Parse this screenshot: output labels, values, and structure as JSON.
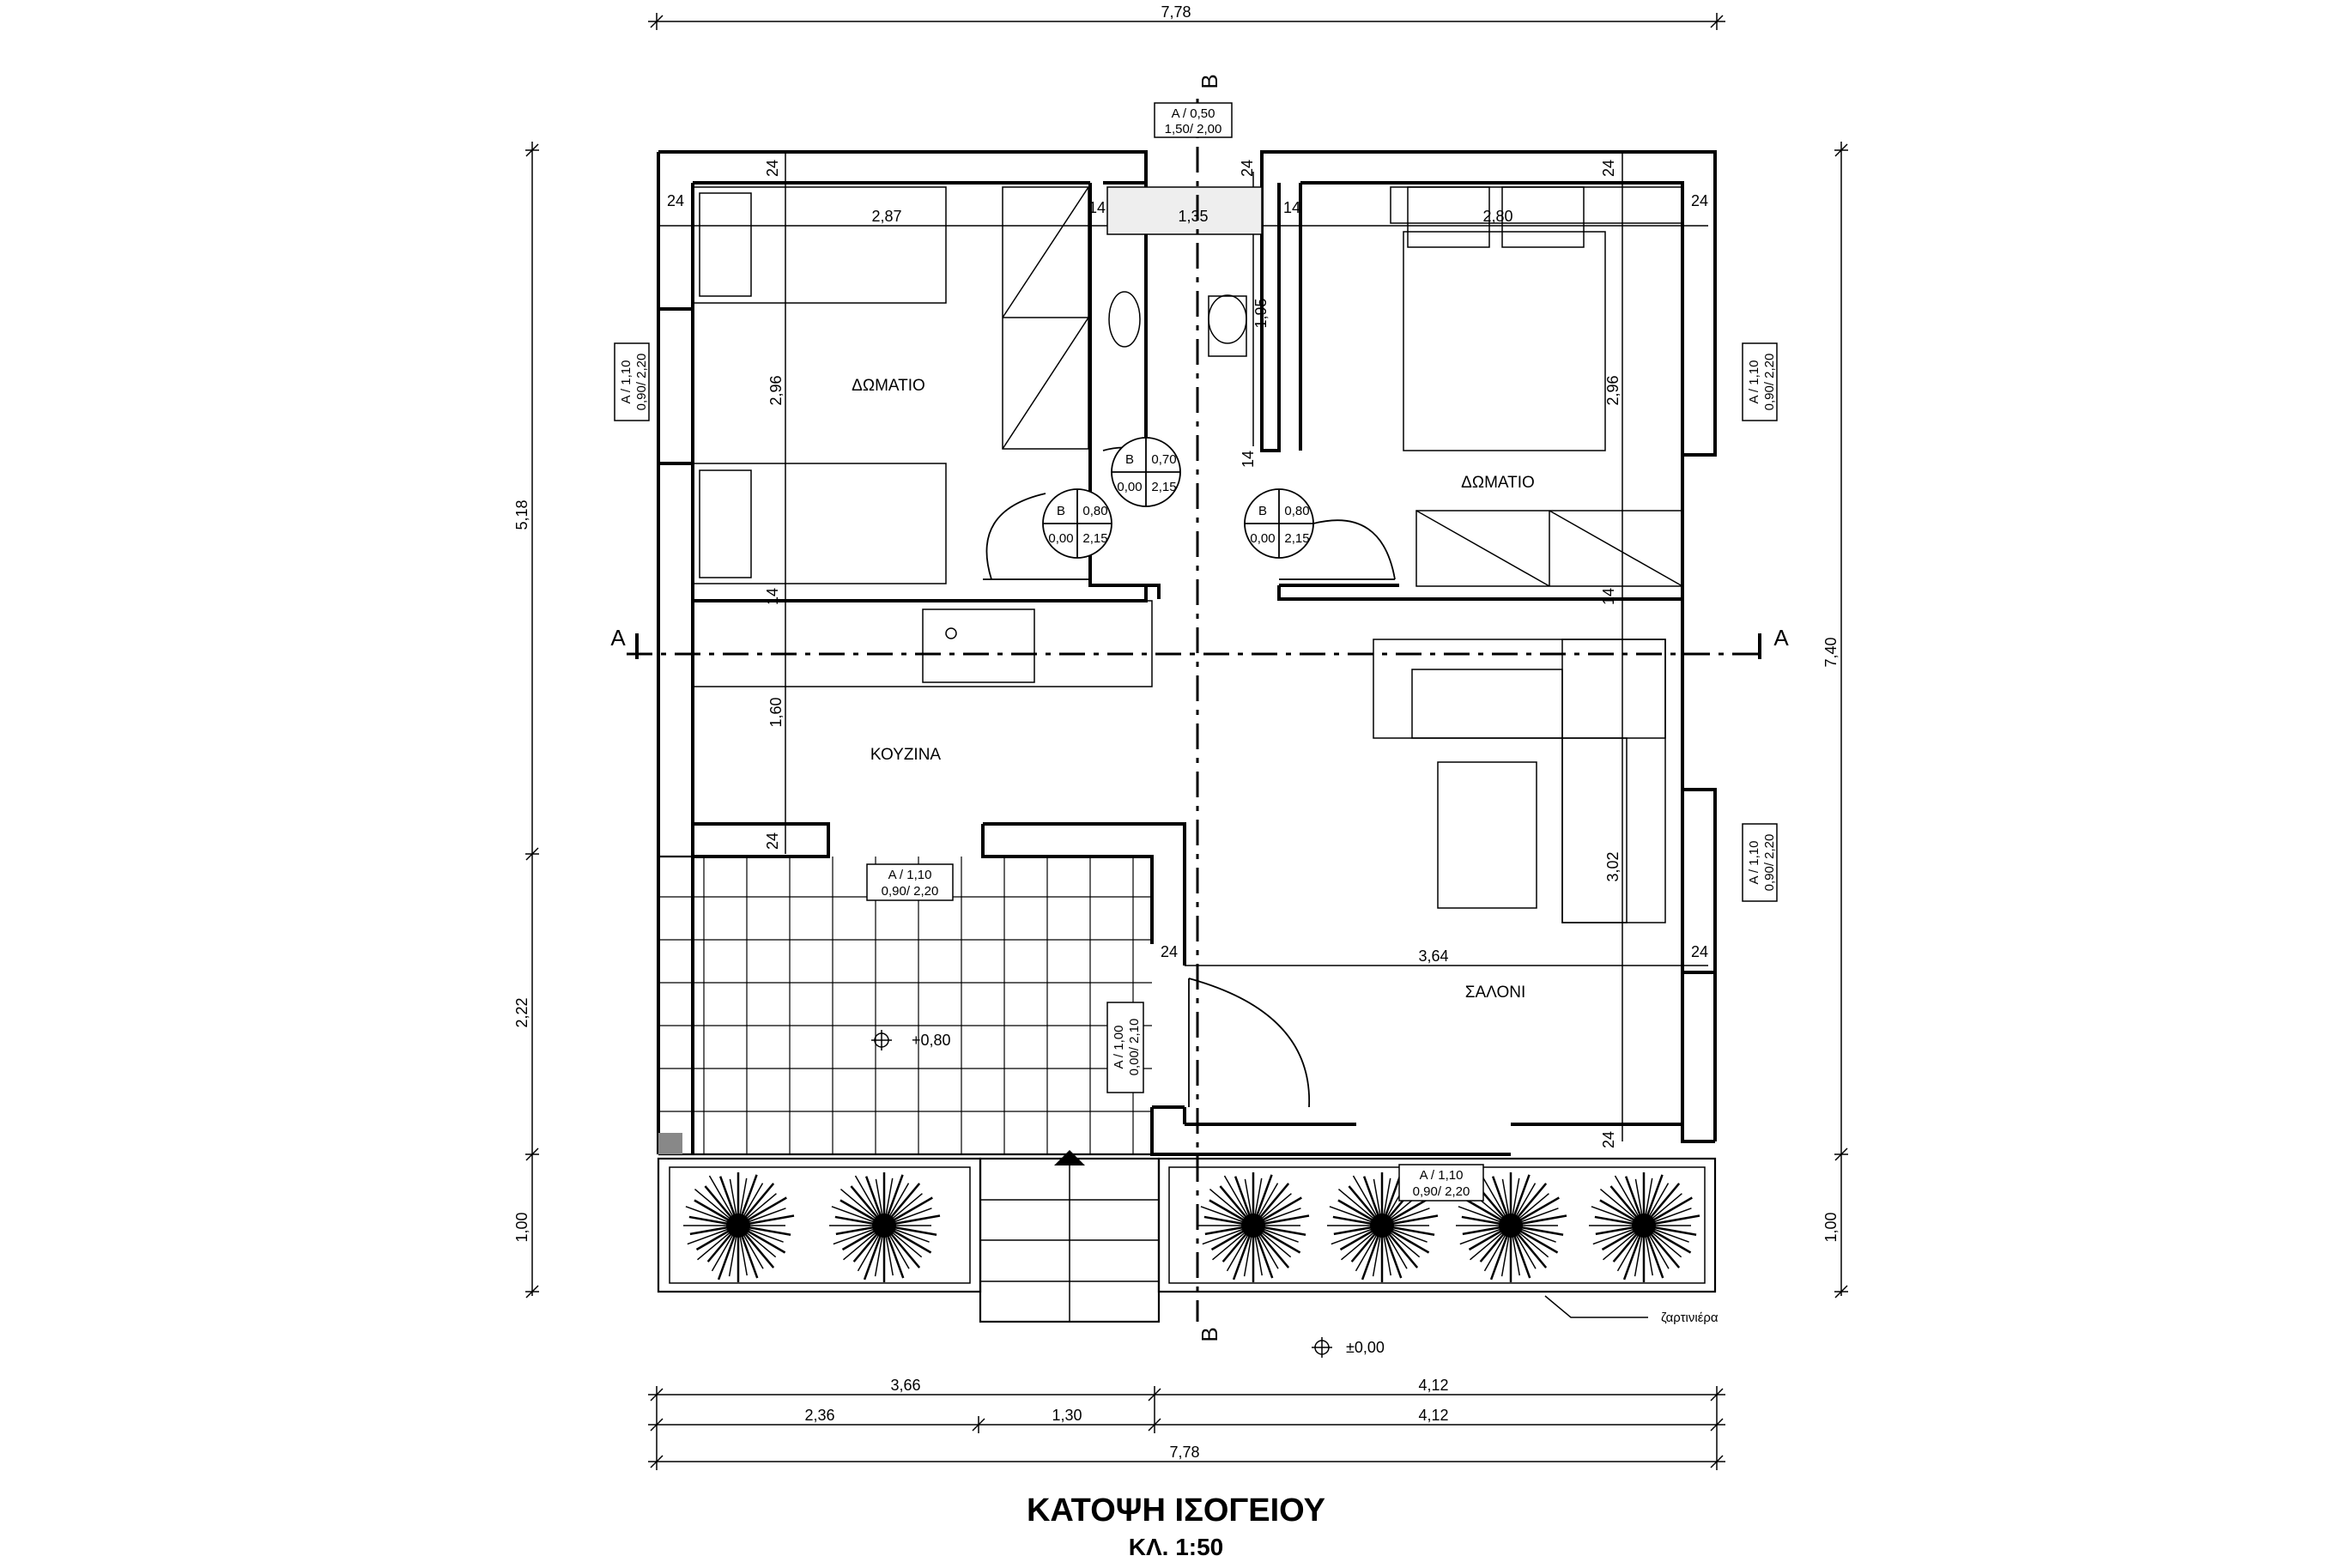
{
  "title": "ΚΑΤΟΨΗ ΙΣΟΓΕΙΟΥ",
  "scale": "ΚΛ. 1:50",
  "rooms": {
    "bedroom_left": "ΔΩΜΑΤΙΟ",
    "bedroom_right": "ΔΩΜΑΤΙΟ",
    "kitchen": "ΚΟΥΖΙΝΑ",
    "living": "ΣΑΛΟΝΙ"
  },
  "planter_label": "ζαρτινιέρα",
  "level_terrace": "+0,80",
  "level_ground": "±0,00",
  "section_labels": {
    "a_left": "A",
    "a_right": "A",
    "b_top": "B",
    "b_bottom": "B"
  },
  "dimensions": {
    "top_total": "7,78",
    "left_total": "5,18",
    "left_lower": "2,22",
    "left_planter": "1,00",
    "right_total": "7,40",
    "right_planter": "1,00",
    "bottom_row1_a": "3,66",
    "bottom_row1_b": "4,12",
    "bottom_row2_a": "2,36",
    "bottom_row2_b": "1,30",
    "bottom_row2_c": "4,12",
    "bottom_total": "7,78",
    "bedroom_left_w": "2,87",
    "bedroom_left_h": "2,96",
    "bath_w": "1,35",
    "bath_h": "1,95",
    "bedroom_right_w": "2,80",
    "bedroom_right_h": "2,96",
    "kitchen_h": "1,60",
    "living_w": "3,64",
    "living_h": "3,02",
    "wall_thick": "24",
    "wall_thin": "14"
  },
  "windows": {
    "top": [
      "A / 0,50",
      "1,50/ 2,00"
    ],
    "left": [
      "A / 1,10",
      "0,90/ 2,20"
    ],
    "right_upper": [
      "A / 1,10",
      "0,90/ 2,20"
    ],
    "right_lower": [
      "A / 1,10",
      "0,90/ 2,20"
    ],
    "terrace": [
      "A / 1,10",
      "0,90/ 2,20"
    ],
    "entry": [
      "A / 1,00",
      "0,00/ 2,10"
    ],
    "bottom": [
      "A / 1,10",
      "0,90/ 2,20"
    ]
  },
  "doors": {
    "bath": [
      "B",
      "0,70",
      "0,00",
      "2,15"
    ],
    "bed_left": [
      "B",
      "0,80",
      "0,00",
      "2,15"
    ],
    "bed_right": [
      "B",
      "0,80",
      "0,00",
      "2,15"
    ]
  }
}
